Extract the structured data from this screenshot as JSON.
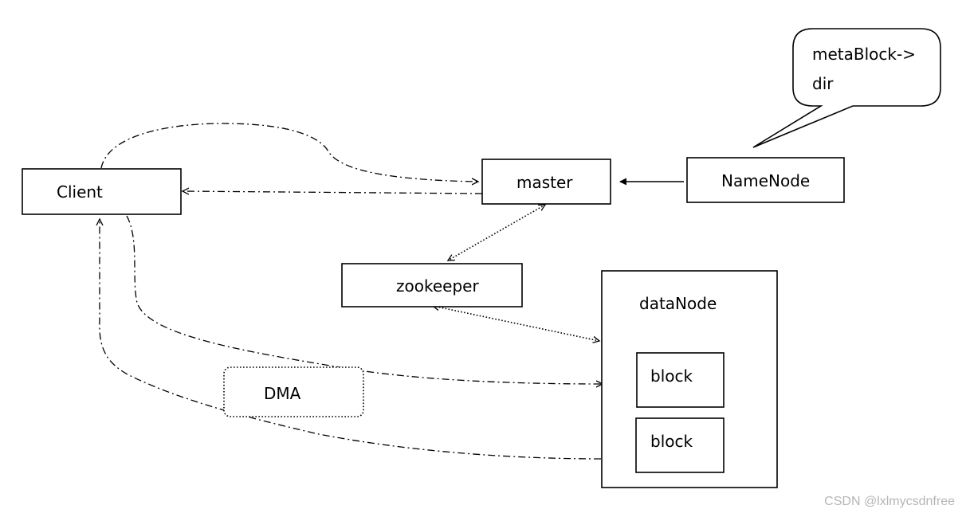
{
  "nodes": {
    "client": "Client",
    "master": "master",
    "namenode": "NameNode",
    "zookeeper": "zookeeper",
    "datanode": "dataNode",
    "block1": "block",
    "block2": "block",
    "dma": "DMA"
  },
  "callout": {
    "line1": "metaBlock->",
    "line2": "dir"
  },
  "watermark": "CSDN @lxlmycsdnfree"
}
